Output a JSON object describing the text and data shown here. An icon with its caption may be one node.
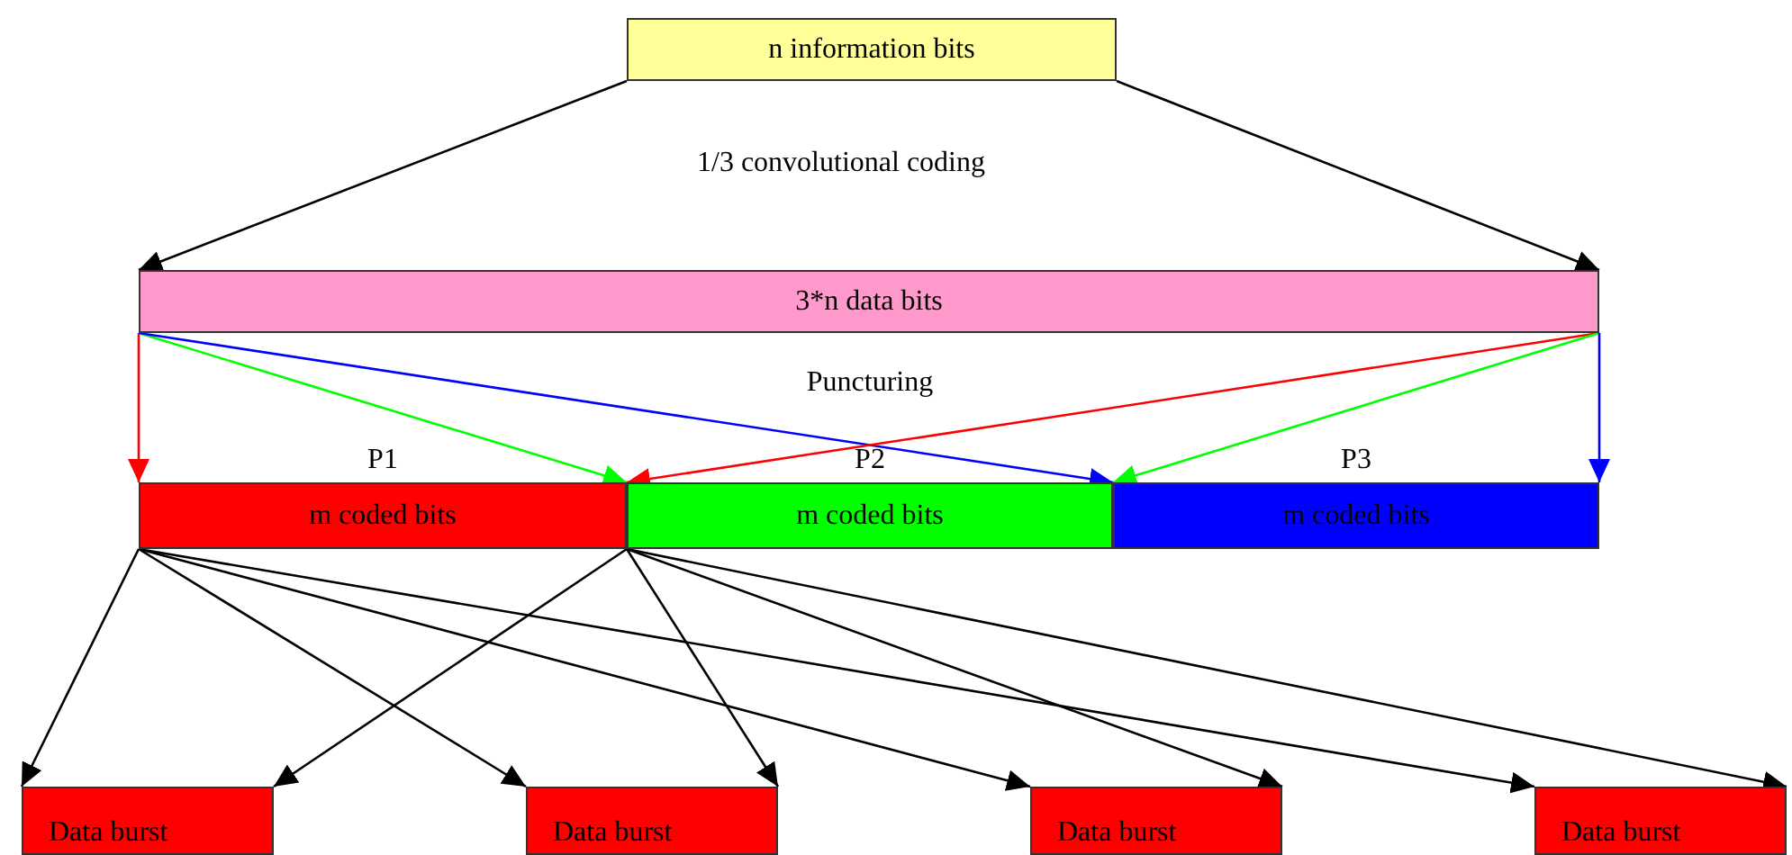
{
  "diagram": {
    "nodes": [
      {
        "text": [
          "n information bits"
        ]
      },
      {
        "text": [
          "3*n data bits"
        ]
      },
      {
        "text": [
          "P1",
          "m coded bits"
        ]
      },
      {
        "text": [
          "P2",
          "m coded bits"
        ]
      },
      {
        "text": [
          "P3",
          "m coded bits"
        ]
      },
      {
        "text": [
          "Data burst"
        ]
      },
      {
        "text": [
          "Data burst"
        ]
      },
      {
        "text": [
          "Data burst"
        ]
      },
      {
        "text": [
          "Data burst"
        ]
      }
    ],
    "edges": [
      {
        "from": 0,
        "to": 1,
        "arrow": "to"
      },
      {
        "from": 0,
        "to": 1,
        "arrow": "to"
      },
      {
        "from": 1,
        "to": 2,
        "arrow": "to",
        "color": "#ff0000"
      },
      {
        "from": 1,
        "to": 3,
        "arrow": "to",
        "color": "#00ff00"
      },
      {
        "from": 1,
        "to": 4,
        "arrow": "to",
        "color": "#0000ff"
      },
      {
        "from": 1,
        "to": 3,
        "arrow": "to",
        "color": "#ff0000"
      },
      {
        "from": 1,
        "to": 4,
        "arrow": "to",
        "color": "#00ff00"
      },
      {
        "from": 1,
        "to": 4,
        "arrow": "to",
        "color": "#0000ff"
      },
      {
        "from": 2,
        "to": 5,
        "arrow": "to"
      },
      {
        "from": 2,
        "to": 6,
        "arrow": "to"
      },
      {
        "from": 2,
        "to": 7,
        "arrow": "to"
      },
      {
        "from": 2,
        "to": 8,
        "arrow": "to"
      },
      {
        "from": 3,
        "to": 5,
        "arrow": "to"
      },
      {
        "from": 3,
        "to": 6,
        "arrow": "to"
      },
      {
        "from": 3,
        "to": 7,
        "arrow": "to"
      },
      {
        "from": 3,
        "to": 8,
        "arrow": "to"
      }
    ],
    "labels": [
      "1/3 convolutional coding",
      "Puncturing"
    ]
  }
}
